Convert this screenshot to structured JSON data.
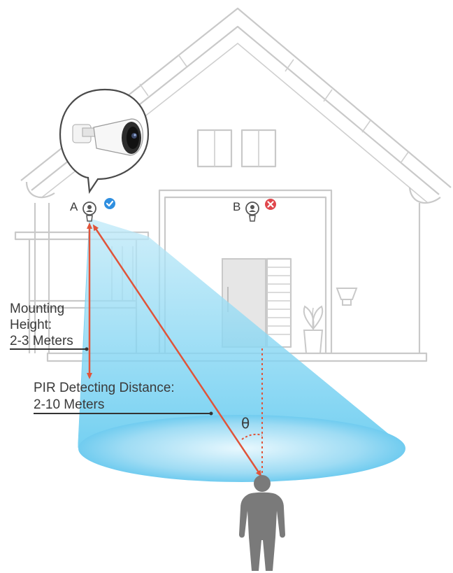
{
  "mounting": {
    "line1": "Mounting",
    "line2": "Height:",
    "line3": "2-3 Meters"
  },
  "pir": {
    "line1": "PIR Detecting Distance:",
    "line2": "2-10 Meters"
  },
  "positions": {
    "a_label": "A",
    "b_label": "B",
    "a_status": "correct",
    "b_status": "incorrect"
  },
  "angle_symbol": "θ",
  "colors": {
    "detection_zone": "#5cc8ef",
    "arrow": "#e0543a",
    "check_badge": "#2f8fe0",
    "cross_badge": "#e0474c",
    "house_line": "#c9c9c9",
    "person": "#7a7a7a"
  },
  "icons": [
    "camera-icon",
    "pir-sensor-icon",
    "check-icon",
    "cross-icon",
    "person-icon",
    "wall-light-icon",
    "potted-plant-icon"
  ]
}
